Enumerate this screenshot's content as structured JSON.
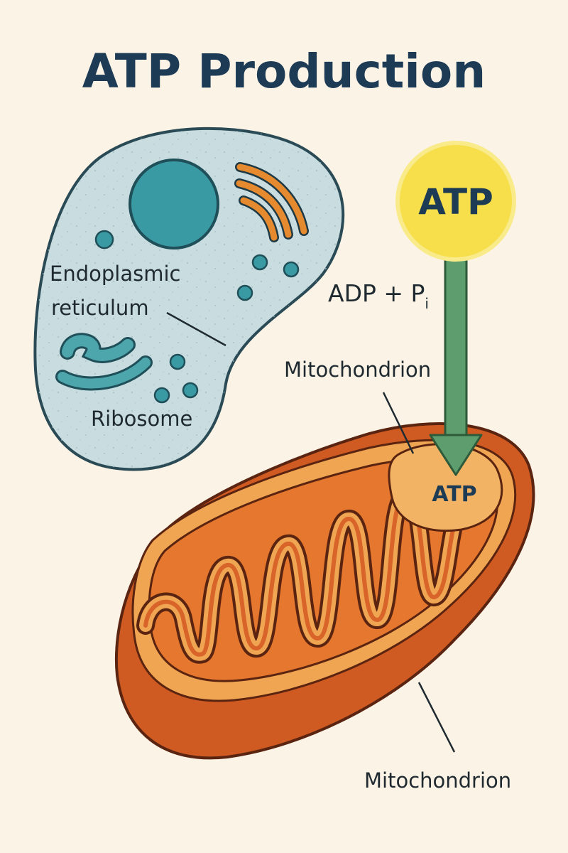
{
  "title": "ATP Production",
  "cell": {
    "er_label_line1": "Endoplasmic",
    "er_label_line2": "reticulum",
    "ribosome_label": "Ribosome"
  },
  "atp_badge": {
    "text": "ATP"
  },
  "reaction": {
    "adp_text": "ADP + P",
    "subscript": "i"
  },
  "mitochondrion": {
    "label_top": "Mitochondrion",
    "label_bottom": "Mitochondrion",
    "atp_text": "ATP"
  },
  "colors": {
    "background": "#fbf3e6",
    "title": "#1d3b55",
    "cell_fill": "#c9dde0",
    "cell_outline": "#2a4a55",
    "nucleus": "#3a9aa3",
    "golgi": "#e58a2e",
    "mito_outer": "#d9642a",
    "mito_inner": "#f0a552",
    "atp_badge": "#f6df4a",
    "arrow": "#5e9e6e"
  }
}
